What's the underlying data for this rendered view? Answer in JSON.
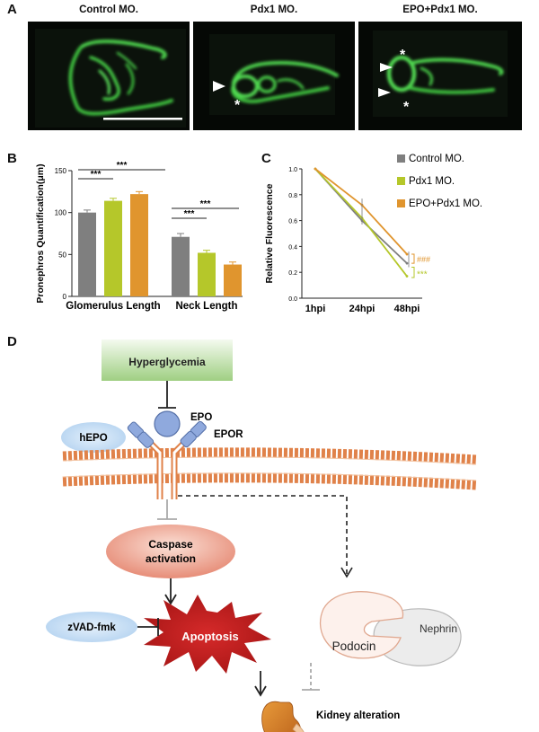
{
  "panels": {
    "a": {
      "letter": "A",
      "images": [
        {
          "title": "Control MO."
        },
        {
          "title": "Pdx1 MO."
        },
        {
          "title": "EPO+Pdx1 MO."
        }
      ]
    },
    "b": {
      "letter": "B"
    },
    "c": {
      "letter": "C"
    },
    "d": {
      "letter": "D"
    }
  },
  "colors": {
    "control": "#7f7f7f",
    "pdx1": "#b5c72a",
    "epo_pdx1": "#e0952e",
    "fluorescence": "#3fcf3f",
    "hyperglycemia": "#a7d18a",
    "epo_ball": "#8fa9dd",
    "membrane": "#e0824a",
    "caspase": "#e9957f",
    "apoptosis": "#cc2222",
    "zvad": "#bfdaf3",
    "kidney": "#d77a22"
  },
  "markers": {
    "star": "*"
  },
  "chart_data": [
    {
      "type": "bar",
      "ylabel": "Pronephros Quantification(μm)",
      "ylim": [
        0,
        150
      ],
      "yticks": [
        "0",
        "50",
        "100",
        "150"
      ],
      "categories": [
        "Glomerulus Length",
        "Neck Length"
      ],
      "series": [
        {
          "values": [
            100,
            71
          ],
          "errors": [
            3,
            4
          ]
        },
        {
          "values": [
            114,
            52
          ],
          "errors": [
            3,
            3
          ]
        },
        {
          "values": [
            122,
            38
          ],
          "errors": [
            3,
            3
          ]
        }
      ],
      "significance": [
        "***",
        "***",
        "***",
        "***"
      ]
    },
    {
      "type": "line",
      "ylabel": "Relative Fluorescence",
      "ylim": [
        0,
        1.0
      ],
      "yticks": [
        "0.0",
        "0.2",
        "0.4",
        "0.6",
        "0.8",
        "1.0"
      ],
      "x": [
        "1hpi",
        "24hpi",
        "48hpi"
      ],
      "legend": [
        "Control MO.",
        "Pdx1 MO.",
        "EPO+Pdx1 MO."
      ],
      "series": [
        {
          "name": "Control MO.",
          "values": [
            1.0,
            0.6,
            0.27
          ]
        },
        {
          "name": "Pdx1 MO.",
          "values": [
            1.0,
            0.62,
            0.17
          ]
        },
        {
          "name": "EPO+Pdx1 MO.",
          "values": [
            1.0,
            0.72,
            0.34
          ]
        }
      ],
      "significance": [
        "###",
        "***"
      ]
    }
  ],
  "pathway": {
    "hyperglycemia": "Hyperglycemia",
    "epo": "EPO",
    "epor": "EPOR",
    "hepo": "hEPO",
    "caspase_line1": "Caspase",
    "caspase_line2": "activation",
    "zvad": "zVAD-fmk",
    "apoptosis": "Apoptosis",
    "podocin": "Podocin",
    "nephrin": "Nephrin",
    "kidney": "Kidney alteration"
  }
}
